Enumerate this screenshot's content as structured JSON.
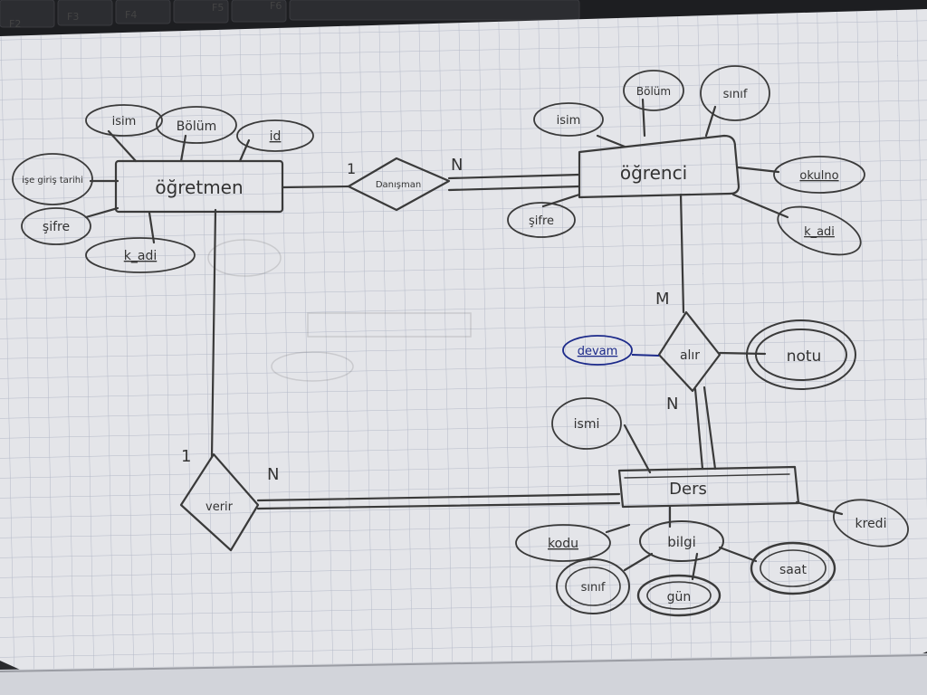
{
  "keyboard": {
    "keys": [
      "F2",
      "F3",
      "F4",
      "F5",
      "F6"
    ]
  },
  "entities": {
    "ogretmen": {
      "label": "öğretmen"
    },
    "ogrenci": {
      "label": "öğrenci"
    },
    "ders": {
      "label": "Ders"
    }
  },
  "relationships": {
    "danisman": {
      "label": "Danışman"
    },
    "alir": {
      "label": "alır"
    },
    "verir": {
      "label": "verir"
    }
  },
  "attributes": {
    "ogretmen_isim": "isim",
    "ogretmen_bolum": "Bölüm",
    "ogretmen_id": "id",
    "ogretmen_ise_giris_tarihi": "işe giriş tarihi",
    "ogretmen_sifre": "şifre",
    "ogretmen_k_adi": "k_adi",
    "ogrenci_isim": "isim",
    "ogrenci_bolum": "Bölüm",
    "ogrenci_sinif": "sınıf",
    "ogrenci_okulno": "okulno",
    "ogrenci_k_adi": "k_adi",
    "ogrenci_sifre": "şifre",
    "alir_devam": "devam",
    "alir_notu": "notu",
    "ders_ismi": "ismi",
    "ders_kodu": "kodu",
    "ders_kredi": "kredi",
    "ders_bilgi": "bilgi",
    "bilgi_sinif": "sınıf",
    "bilgi_gun": "gün",
    "bilgi_saat": "saat"
  },
  "cardinalities": {
    "danisman_ogretmen": "1",
    "danisman_ogrenci": "N",
    "alir_ogrenci": "M",
    "alir_ders": "N",
    "verir_ogretmen": "1",
    "verir_ders": "N"
  },
  "colors": {
    "paper": "#e4e5e9",
    "grid": "#b4b9c8",
    "pencil": "#3a3a3a",
    "blue_ink": "#1c2a8a"
  }
}
